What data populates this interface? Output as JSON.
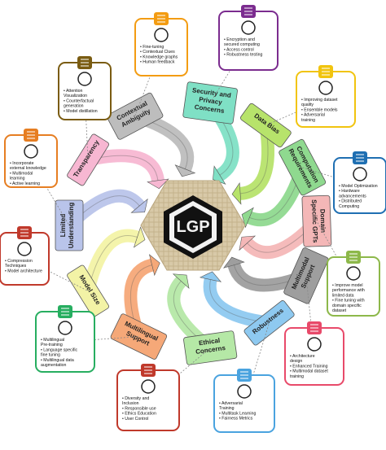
{
  "center_logo": "LGP",
  "segments": [
    {
      "key": "contextual-ambiguity",
      "label": "Contextual Ambiguity",
      "color": "#bdbdbd",
      "items": [
        "Fine-tuning",
        "Contextual Clues",
        "Knowledge graphs",
        "Human feedback"
      ],
      "card_color": "#f39c12"
    },
    {
      "key": "security-privacy",
      "label": "Security and Privacy Concerns",
      "color": "#7fe0c5",
      "items": [
        "Encryption and secured computing",
        "Access control",
        "Robustness testing"
      ],
      "card_color": "#7b2c8f"
    },
    {
      "key": "data-bias",
      "label": "Data Bias",
      "color": "#b7e36b",
      "items": [
        "Improving dataset quality",
        "Ensemble models",
        "Adversarial training"
      ],
      "card_color": "#f1c40f"
    },
    {
      "key": "computation-requirements",
      "label": "Computation Requirements",
      "color": "#8fd98f",
      "items": [
        "Model Optimization",
        "Hardware advancements",
        "Distributed Computing"
      ],
      "card_color": "#1f6fb2"
    },
    {
      "key": "domain-specific-gpts",
      "label": "Domain Specific GPTs",
      "color": "#f4b7b7",
      "items": [
        "Improve model performance with limited data",
        "Fine tuning with domain specific dataset"
      ],
      "card_color": "#8db84a"
    },
    {
      "key": "multimodal-support",
      "label": "Multimodal Support",
      "color": "#9e9e9e",
      "items": [
        "Architecture design",
        "Enhanced Training",
        "Multimodal dataset training"
      ],
      "card_color": "#e84a6a"
    },
    {
      "key": "robustness",
      "label": "Robustness",
      "color": "#8ec9f0",
      "items": [
        "Adversarial Training",
        "Multitask Learning",
        "Fairness Metrics"
      ],
      "card_color": "#4aa3df"
    },
    {
      "key": "ethical-concerns",
      "label": "Ethical Concerns",
      "color": "#b5e8a6",
      "items": [
        "Diversity and Inclusion",
        "Responsible use",
        "Ethics Education",
        "User Control"
      ],
      "card_color": "#c0392b"
    },
    {
      "key": "multilingual-support",
      "label": "Multilingual Support",
      "color": "#f5a878",
      "items": [
        "Multilingual Pre-training",
        "Language specific fine tuning",
        "Multilingual data augmentation"
      ],
      "card_color": "#27ae60"
    },
    {
      "key": "model-size",
      "label": "Model Size",
      "color": "#f3f3a6",
      "items": [
        "Compression Techniques",
        "Model architecture"
      ],
      "card_color": "#c0392b"
    },
    {
      "key": "limited-understanding",
      "label": "Limited Understanding",
      "color": "#b9c4ea",
      "items": [
        "Incorporate external knowledge",
        "Multimodal learning",
        "Active learning"
      ],
      "card_color": "#e67e22"
    },
    {
      "key": "transparency",
      "label": "Transparency",
      "color": "#f7b7d2",
      "items": [
        "Attention Visualization",
        "Counterfactual generation",
        "Model distillation"
      ],
      "card_color": "#7a5c12"
    }
  ]
}
